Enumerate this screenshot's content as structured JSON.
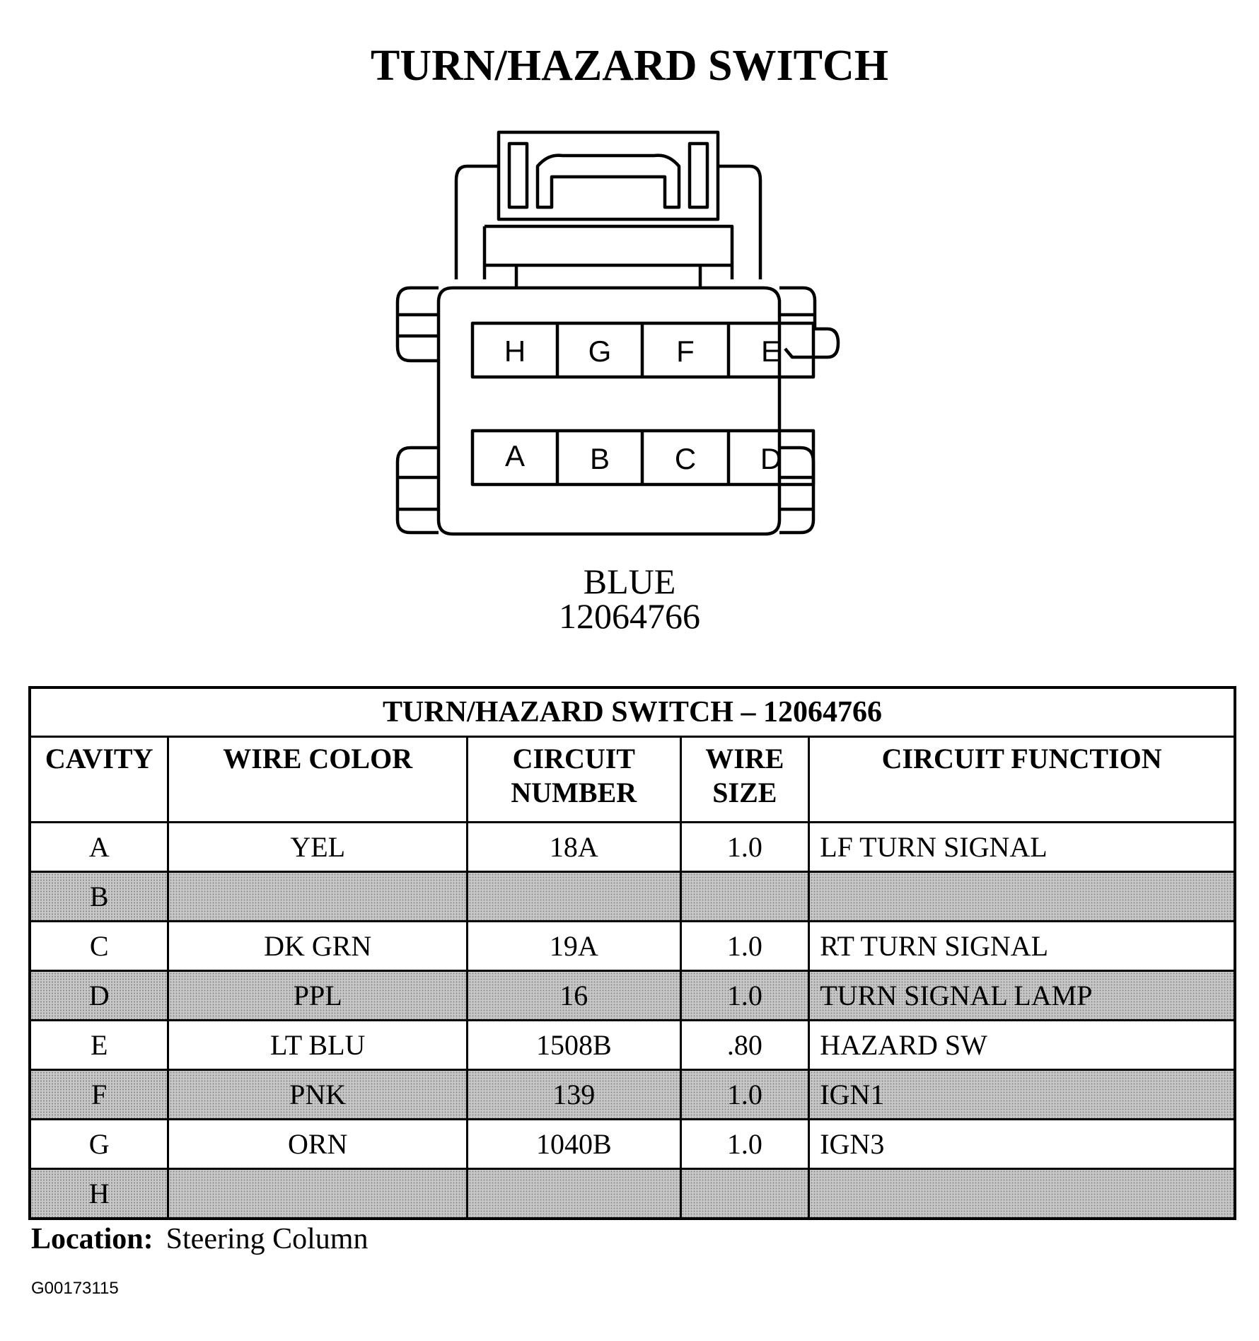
{
  "title": "TURN/HAZARD SWITCH",
  "connector": {
    "color": "BLUE",
    "part_number": "12064766",
    "pins_top": [
      "H",
      "G",
      "F",
      "E"
    ],
    "pins_bottom": [
      "A",
      "B",
      "C",
      "D"
    ]
  },
  "table": {
    "caption": "TURN/HAZARD SWITCH – 12064766",
    "headers": {
      "cavity": "CAVITY",
      "wire_color": "WIRE COLOR",
      "circuit_number_1": "CIRCUIT",
      "circuit_number_2": "NUMBER",
      "wire_size_1": "WIRE",
      "wire_size_2": "SIZE",
      "circuit_function": "CIRCUIT FUNCTION"
    },
    "rows": [
      {
        "cavity": "A",
        "wire_color": "YEL",
        "circuit_number": "18A",
        "wire_size": "1.0",
        "circuit_function": "LF TURN SIGNAL"
      },
      {
        "cavity": "B",
        "wire_color": "",
        "circuit_number": "",
        "wire_size": "",
        "circuit_function": ""
      },
      {
        "cavity": "C",
        "wire_color": "DK GRN",
        "circuit_number": "19A",
        "wire_size": "1.0",
        "circuit_function": "RT TURN SIGNAL"
      },
      {
        "cavity": "D",
        "wire_color": "PPL",
        "circuit_number": "16",
        "wire_size": "1.0",
        "circuit_function": "TURN SIGNAL LAMP"
      },
      {
        "cavity": "E",
        "wire_color": "LT BLU",
        "circuit_number": "1508B",
        "wire_size": ".80",
        "circuit_function": "HAZARD SW"
      },
      {
        "cavity": "F",
        "wire_color": "PNK",
        "circuit_number": "139",
        "wire_size": "1.0",
        "circuit_function": "IGN1"
      },
      {
        "cavity": "G",
        "wire_color": "ORN",
        "circuit_number": "1040B",
        "wire_size": "1.0",
        "circuit_function": "IGN3"
      },
      {
        "cavity": "H",
        "wire_color": "",
        "circuit_number": "",
        "wire_size": "",
        "circuit_function": ""
      }
    ]
  },
  "location": {
    "label": "Location:",
    "value": "Steering Column"
  },
  "figure_id": "G00173115"
}
